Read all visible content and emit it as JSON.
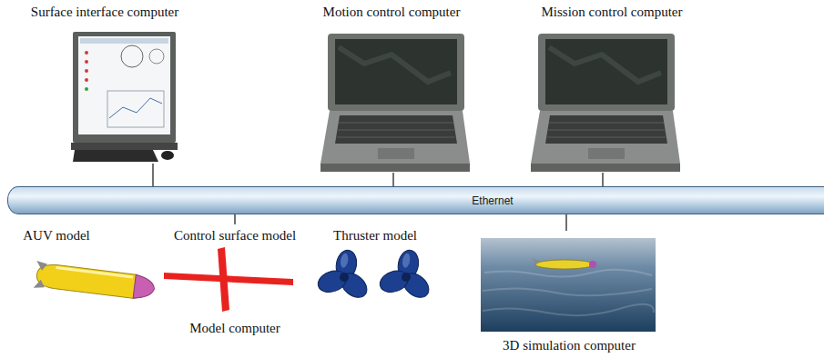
{
  "diagram": {
    "nodes": [
      {
        "text": [
          "Surface interface computer"
        ]
      },
      {
        "text": [
          "Motion control computer"
        ]
      },
      {
        "text": [
          "Mission control computer"
        ]
      },
      {
        "text": [
          "Ethernet"
        ]
      },
      {
        "text": [
          "Model computer"
        ]
      },
      {
        "text": [
          "AUV model"
        ],
        "in": 4
      },
      {
        "text": [
          "Control surface model"
        ],
        "in": 4
      },
      {
        "text": [
          "Thruster model"
        ],
        "in": 4
      },
      {
        "text": [
          "3D simulation computer"
        ]
      }
    ],
    "edges": [
      {
        "from": 0,
        "to": 3,
        "arrow": "none"
      },
      {
        "from": 1,
        "to": 3,
        "arrow": "none"
      },
      {
        "from": 2,
        "to": 3,
        "arrow": "none"
      },
      {
        "from": 4,
        "to": 3,
        "arrow": "none"
      },
      {
        "from": 8,
        "to": 3,
        "arrow": "none"
      }
    ]
  }
}
